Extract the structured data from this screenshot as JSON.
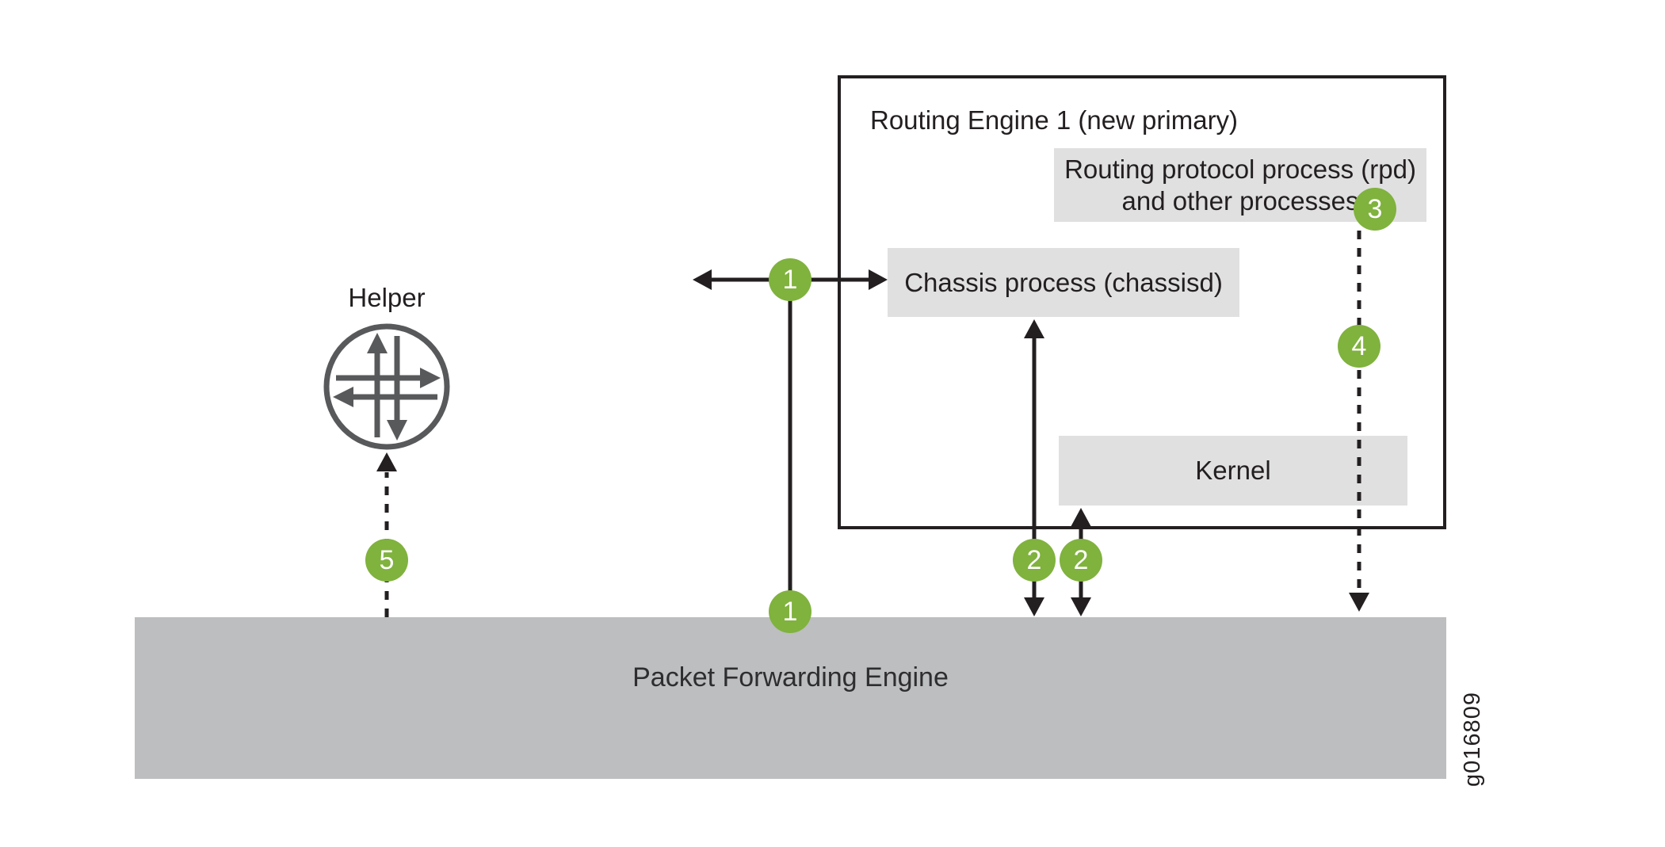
{
  "diagram": {
    "figure_id": "g016809",
    "routing_engine": {
      "title": "Routing Engine 1 (new primary)",
      "boxes": {
        "rpd": {
          "line1": "Routing protocol process (rpd)",
          "line2": "and other processes"
        },
        "chassisd": {
          "label": "Chassis process (chassisd)"
        },
        "kernel": {
          "label": "Kernel"
        }
      }
    },
    "helper": {
      "label": "Helper"
    },
    "pfe": {
      "label": "Packet Forwarding Engine"
    },
    "steps": [
      {
        "label": "1"
      },
      {
        "label": "1"
      },
      {
        "label": "2"
      },
      {
        "label": "2"
      },
      {
        "label": "3"
      },
      {
        "label": "4"
      },
      {
        "label": "5"
      }
    ],
    "colors": {
      "step_green": "#80b23e",
      "line_black": "#231f20",
      "pfe_gray": "#bcbec0",
      "process_box_gray": "#e0e0e0",
      "helper_icon_gray": "#58595b"
    }
  }
}
